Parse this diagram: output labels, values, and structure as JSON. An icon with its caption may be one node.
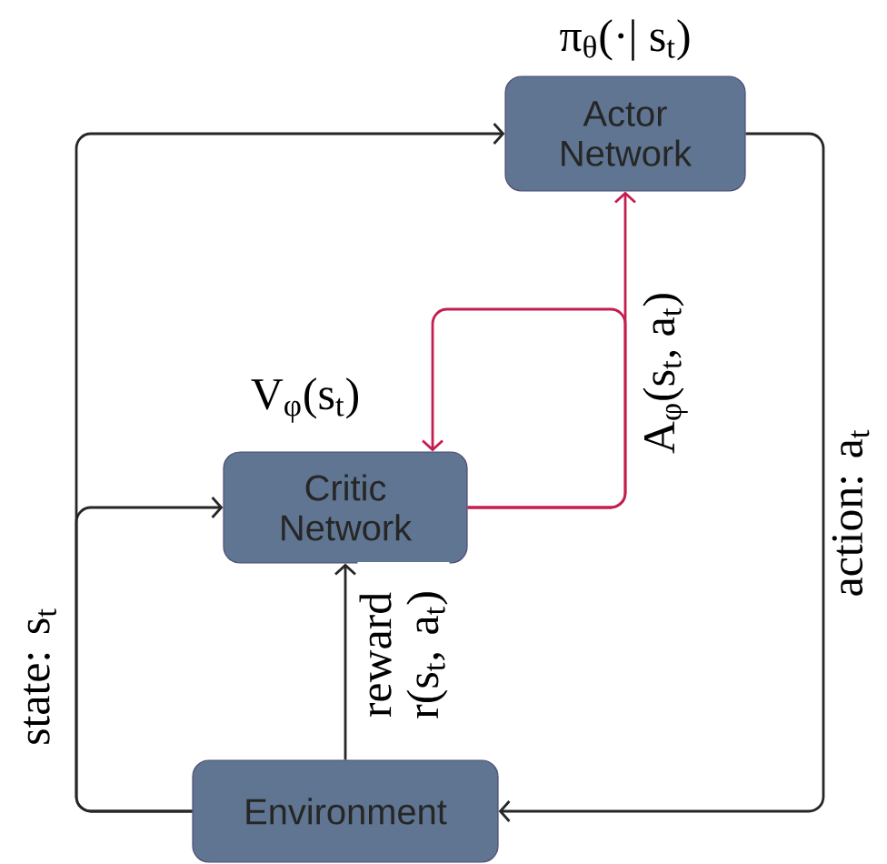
{
  "diagram": {
    "nodes": [
      {
        "text": [
          "Actor Network"
        ],
        "beside": [
          "π$_{θ}$(·| s$_{t}$)"
        ]
      },
      {
        "text": [
          "Critic Network"
        ],
        "beside": [
          "V$_{φ}$(s$_{t}$)"
        ]
      },
      {
        "text": [
          "Environment"
        ]
      }
    ],
    "edges": [
      {
        "from": 2,
        "to": 0,
        "arrow": "to",
        "label": "state: s$_{t}$"
      },
      {
        "from": 2,
        "to": 1,
        "arrow": "to"
      },
      {
        "from": 0,
        "to": 2,
        "arrow": "to",
        "label": "action: a$_{t}$"
      },
      {
        "from": 2,
        "to": 1,
        "arrow": "to",
        "label": "reward r(s$_{t}$, a$_{t}$)"
      },
      {
        "from": 1,
        "to": 0,
        "arrow": "to",
        "color": "#c41e4f",
        "label": "A$_{φ}$(s$_{t}$, a$_{t}$)"
      },
      {
        "from": 1,
        "to": 1,
        "arrow": "to",
        "color": "#c41e4f"
      }
    ]
  }
}
